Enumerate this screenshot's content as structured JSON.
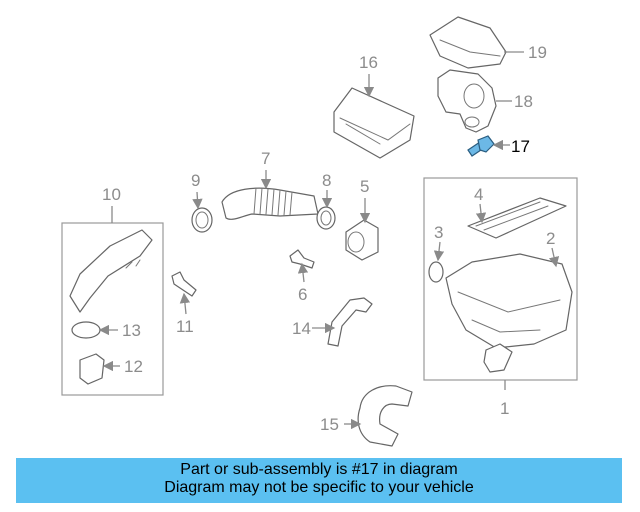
{
  "callouts": {
    "n1": "1",
    "n2": "2",
    "n3": "3",
    "n4": "4",
    "n5": "5",
    "n6": "6",
    "n7": "7",
    "n8": "8",
    "n9": "9",
    "n10": "10",
    "n11": "11",
    "n12": "12",
    "n13": "13",
    "n14": "14",
    "n15": "15",
    "n16": "16",
    "n17": "17",
    "n18": "18",
    "n19": "19"
  },
  "highlighted_part": "17",
  "colors": {
    "highlight": "#6cb8e6",
    "banner": "#5bc0f1"
  },
  "banner": {
    "line1": "Part or sub-assembly is #17 in diagram",
    "line2": "Diagram may not be specific to your vehicle"
  }
}
